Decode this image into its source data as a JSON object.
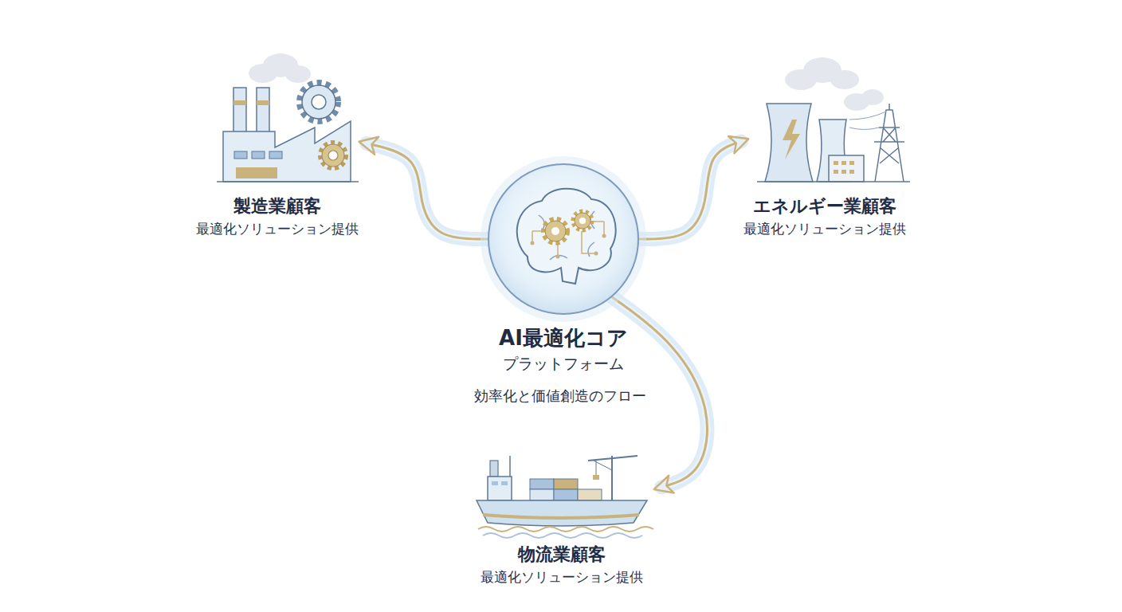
{
  "diagram": {
    "nodes": [
      {
        "text": [
          "製造業顧客",
          "最適化ソリューション提供"
        ]
      },
      {
        "text": [
          "エネルギー業顧客",
          "最適化ソリューション提供"
        ]
      },
      {
        "text": [
          "AI最適化コア",
          "プラットフォーム"
        ]
      },
      {
        "text": [
          "物流業顧客",
          "最適化ソリューション提供"
        ]
      }
    ],
    "edges": [
      {
        "from": 2,
        "to": 0,
        "arrow": "to"
      },
      {
        "from": 2,
        "to": 1,
        "arrow": "to"
      },
      {
        "from": 2,
        "to": 3,
        "arrow": "to"
      }
    ],
    "labels": [
      "効率化と価値創造のフロー"
    ]
  }
}
